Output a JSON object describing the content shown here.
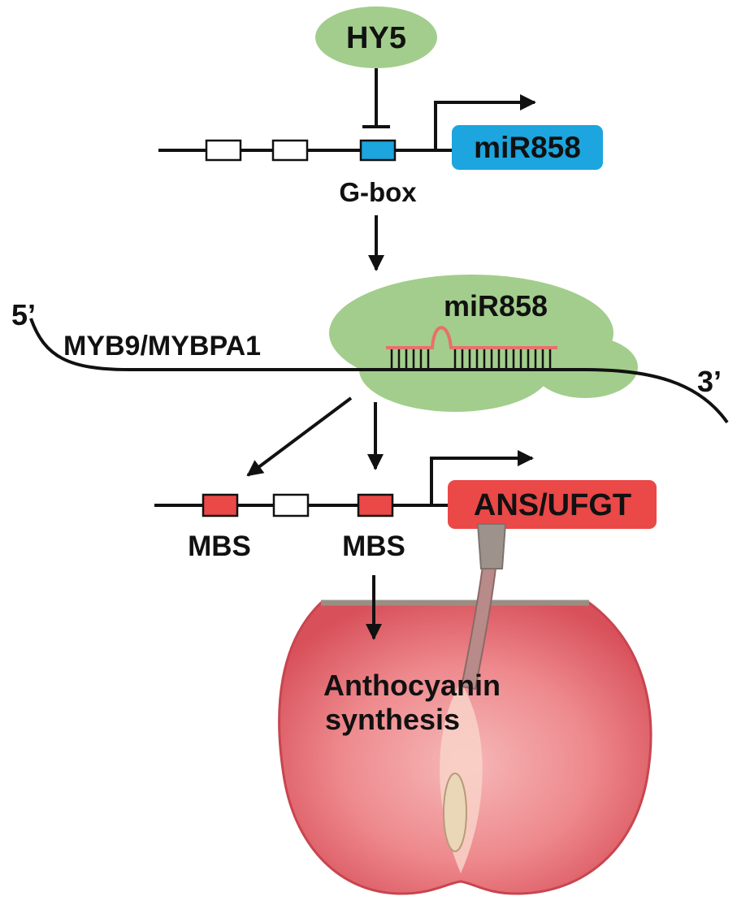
{
  "diagram": {
    "hy5": {
      "label": "HY5"
    },
    "promoter_top": {
      "gbox_label": "G-box",
      "gene_label": "miR858"
    },
    "mrna": {
      "five_prime": "5’",
      "three_prime": "3’",
      "transcript_label": "MYB9/MYBPA1"
    },
    "risc": {
      "mirna_label": "miR858"
    },
    "promoter_bottom": {
      "mbs_left_label": "MBS",
      "mbs_right_label": "MBS",
      "gene_label": "ANS/UFGT"
    },
    "outcome": {
      "line1": "Anthocyanin",
      "line2": "synthesis"
    }
  },
  "colors": {
    "green": "#a3cd8c",
    "blue": "#1ca5de",
    "red": "#eb4848",
    "pink_line": "#e8706a",
    "black": "#111111"
  }
}
